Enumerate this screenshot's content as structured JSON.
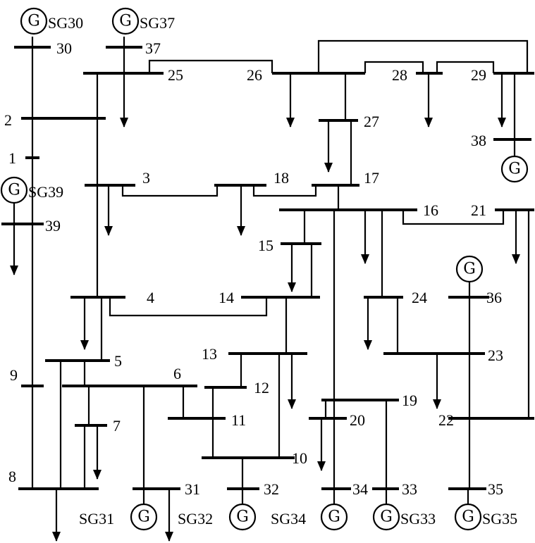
{
  "diagram": {
    "generator_symbol": "G",
    "buses": [
      {
        "id": "b1",
        "label": "1"
      },
      {
        "id": "b2",
        "label": "2"
      },
      {
        "id": "b3",
        "label": "3"
      },
      {
        "id": "b4",
        "label": "4"
      },
      {
        "id": "b5",
        "label": "5"
      },
      {
        "id": "b6",
        "label": "6"
      },
      {
        "id": "b7",
        "label": "7"
      },
      {
        "id": "b8",
        "label": "8"
      },
      {
        "id": "b9",
        "label": "9"
      },
      {
        "id": "b10",
        "label": "10"
      },
      {
        "id": "b11",
        "label": "11"
      },
      {
        "id": "b12",
        "label": "12"
      },
      {
        "id": "b13",
        "label": "13"
      },
      {
        "id": "b14",
        "label": "14"
      },
      {
        "id": "b15",
        "label": "15"
      },
      {
        "id": "b16",
        "label": "16"
      },
      {
        "id": "b17",
        "label": "17"
      },
      {
        "id": "b18",
        "label": "18"
      },
      {
        "id": "b19",
        "label": "19"
      },
      {
        "id": "b20",
        "label": "20"
      },
      {
        "id": "b21",
        "label": "21"
      },
      {
        "id": "b22",
        "label": "22"
      },
      {
        "id": "b23",
        "label": "23"
      },
      {
        "id": "b24",
        "label": "24"
      },
      {
        "id": "b25",
        "label": "25"
      },
      {
        "id": "b26",
        "label": "26"
      },
      {
        "id": "b27",
        "label": "27"
      },
      {
        "id": "b28",
        "label": "28"
      },
      {
        "id": "b29",
        "label": "29"
      },
      {
        "id": "b30",
        "label": "30"
      },
      {
        "id": "b31",
        "label": "31"
      },
      {
        "id": "b32",
        "label": "32"
      },
      {
        "id": "b33",
        "label": "33"
      },
      {
        "id": "b34",
        "label": "34"
      },
      {
        "id": "b35",
        "label": "35"
      },
      {
        "id": "b36",
        "label": "36"
      },
      {
        "id": "b37",
        "label": "37"
      },
      {
        "id": "b38",
        "label": "38"
      },
      {
        "id": "b39",
        "label": "39"
      }
    ],
    "generators": [
      {
        "id": "g30",
        "name": "SG30"
      },
      {
        "id": "g37",
        "name": "SG37"
      },
      {
        "id": "g39",
        "name": "SG39"
      },
      {
        "id": "g31",
        "name": "SG31"
      },
      {
        "id": "g32",
        "name": "SG32"
      },
      {
        "id": "g34",
        "name": "SG34"
      },
      {
        "id": "g33",
        "name": "SG33"
      },
      {
        "id": "g35",
        "name": "SG35"
      },
      {
        "id": "g38",
        "name": ""
      },
      {
        "id": "g36",
        "name": ""
      }
    ]
  }
}
